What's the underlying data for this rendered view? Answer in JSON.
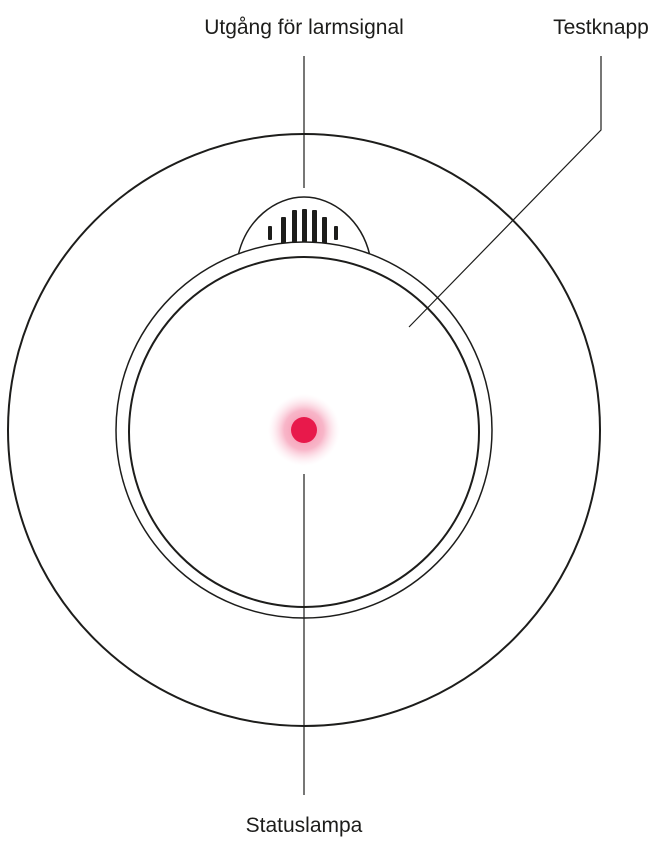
{
  "labels": {
    "alarm_output": "Utgång för larmsignal",
    "test_button": "Testknapp",
    "status_lamp": "Statuslampa"
  },
  "colors": {
    "line": "#1d1d1b",
    "status_lamp": "#e8194b",
    "status_glow": "#f7a9bf",
    "background": "#ffffff"
  },
  "icons": {
    "speaker": "speaker-grille-icon",
    "lamp": "status-led-icon"
  }
}
